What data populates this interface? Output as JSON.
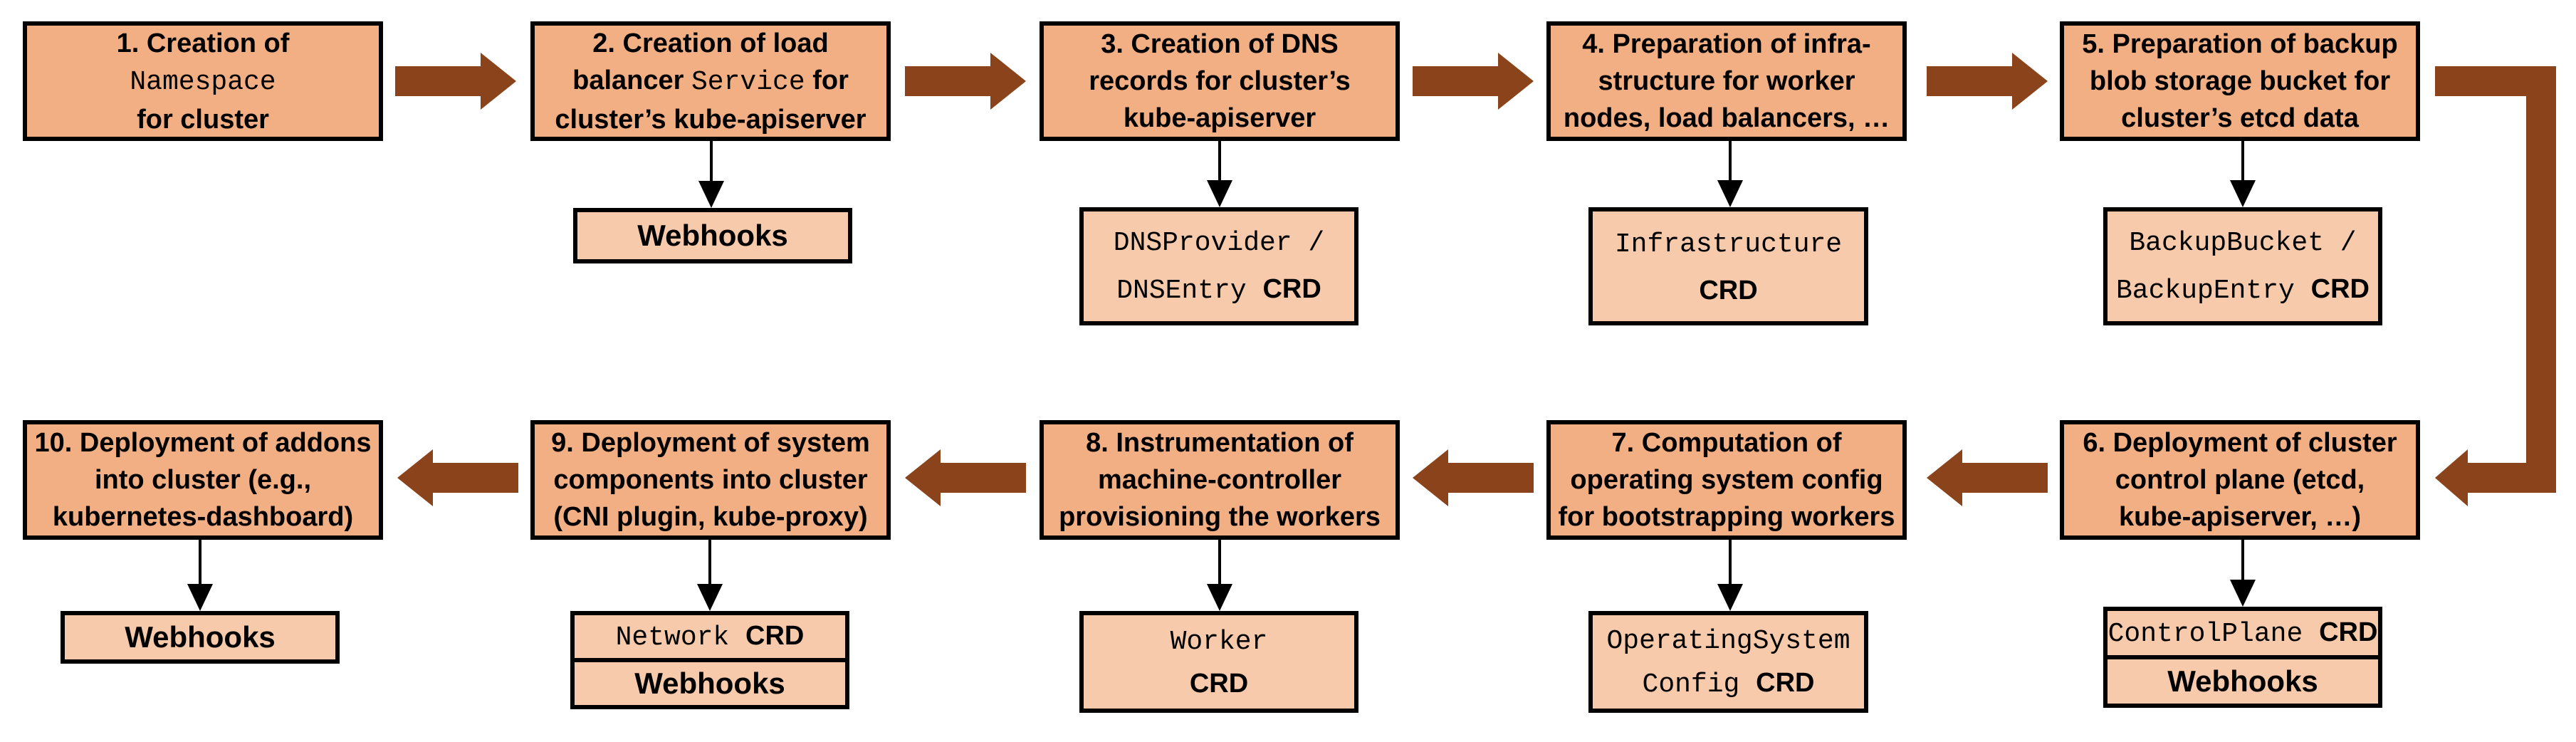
{
  "diagram": {
    "description": "Cluster creation flow: 10 numbered steps in two rows connected by thick brown arrows; extension points (CRDs / Webhooks) hang below steps via thin black arrows.",
    "colors": {
      "step_box_fill": "#F3AF84",
      "sub_box_fill": "#F7CAAB",
      "flow_arrow": "#8A431A",
      "border": "#000000",
      "background": "#ffffff"
    },
    "icons": {
      "flow_arrow_right": "thick brown arrow pointing right",
      "flow_arrow_left": "thick brown arrow pointing left",
      "flow_elbow_arrow": "thick brown elbow arrow: right, down, then left into step 6",
      "connector_arrow_down": "thin black arrow pointing down"
    }
  },
  "steps": [
    {
      "name": "step-1",
      "lines": [
        [
          {
            "t": "1. Creation of"
          }
        ],
        [
          {
            "t": "Namespace"
          }
        ],
        [
          {
            "t": "for cluster"
          }
        ]
      ]
    },
    {
      "name": "step-2",
      "lines": [
        [
          {
            "t": "2. Creation of load"
          }
        ],
        [
          {
            "t": "balancer "
          },
          {
            "t": "Service"
          },
          {
            "t": " for"
          }
        ],
        [
          {
            "t": "cluster’s kube-apiserver"
          }
        ]
      ]
    },
    {
      "name": "step-3",
      "lines": [
        [
          {
            "t": "3. Creation of DNS"
          }
        ],
        [
          {
            "t": "records for cluster’s"
          }
        ],
        [
          {
            "t": "kube-apiserver"
          }
        ]
      ]
    },
    {
      "name": "step-4",
      "lines": [
        [
          {
            "t": "4. Preparation of infra-"
          }
        ],
        [
          {
            "t": "structure for worker"
          }
        ],
        [
          {
            "t": "nodes, load balancers, …"
          }
        ]
      ]
    },
    {
      "name": "step-5",
      "lines": [
        [
          {
            "t": "5. Preparation of backup"
          }
        ],
        [
          {
            "t": "blob storage bucket for"
          }
        ],
        [
          {
            "t": "cluster’s etcd data"
          }
        ]
      ]
    },
    {
      "name": "step-6",
      "lines": [
        [
          {
            "t": "6. Deployment of cluster"
          }
        ],
        [
          {
            "t": "control plane (etcd,"
          }
        ],
        [
          {
            "t": "kube-apiserver, …)"
          }
        ]
      ]
    },
    {
      "name": "step-7",
      "lines": [
        [
          {
            "t": "7. Computation of"
          }
        ],
        [
          {
            "t": "operating system config"
          }
        ],
        [
          {
            "t": "for bootstrapping workers"
          }
        ]
      ]
    },
    {
      "name": "step-8",
      "lines": [
        [
          {
            "t": "8. Instrumentation of"
          }
        ],
        [
          {
            "t": "machine-controller"
          }
        ],
        [
          {
            "t": "provisioning the workers"
          }
        ]
      ]
    },
    {
      "name": "step-9",
      "lines": [
        [
          {
            "t": "9. Deployment of system"
          }
        ],
        [
          {
            "t": "components into cluster"
          }
        ],
        [
          {
            "t": "(CNI plugin, kube-proxy)"
          }
        ]
      ]
    },
    {
      "name": "step-10",
      "lines": [
        [
          {
            "t": "10. Deployment of addons"
          }
        ],
        [
          {
            "t": "into cluster (e.g.,"
          }
        ],
        [
          {
            "t": "kubernetes-dashboard)"
          }
        ]
      ]
    }
  ],
  "subs": {
    "webhooks2": {
      "label": "Webhooks"
    },
    "dns": {
      "lines": [
        [
          {
            "t": "DNSProvider /"
          }
        ],
        [
          {
            "t": "DNSEntry "
          },
          {
            "t": "CRD"
          }
        ]
      ]
    },
    "infra": {
      "lines": [
        [
          {
            "t": "Infrastructure"
          }
        ],
        [
          {
            "t": "CRD"
          }
        ]
      ]
    },
    "backup": {
      "lines": [
        [
          {
            "t": "BackupBucket /"
          }
        ],
        [
          {
            "t": "BackupEntry "
          },
          {
            "t": "CRD"
          }
        ]
      ]
    },
    "controlplane": {
      "lines": [
        [
          {
            "t": "ControlPlane "
          },
          {
            "t": "CRD"
          }
        ]
      ]
    },
    "webhooks6": {
      "label": "Webhooks"
    },
    "osc": {
      "lines": [
        [
          {
            "t": "OperatingSystem"
          }
        ],
        [
          {
            "t": "Config "
          },
          {
            "t": "CRD"
          }
        ]
      ]
    },
    "worker": {
      "lines": [
        [
          {
            "t": "Worker"
          }
        ],
        [
          {
            "t": "CRD"
          }
        ]
      ]
    },
    "network": {
      "lines": [
        [
          {
            "t": "Network "
          },
          {
            "t": "CRD"
          }
        ]
      ]
    },
    "webhooks9": {
      "label": "Webhooks"
    },
    "webhooks10": {
      "label": "Webhooks"
    }
  }
}
